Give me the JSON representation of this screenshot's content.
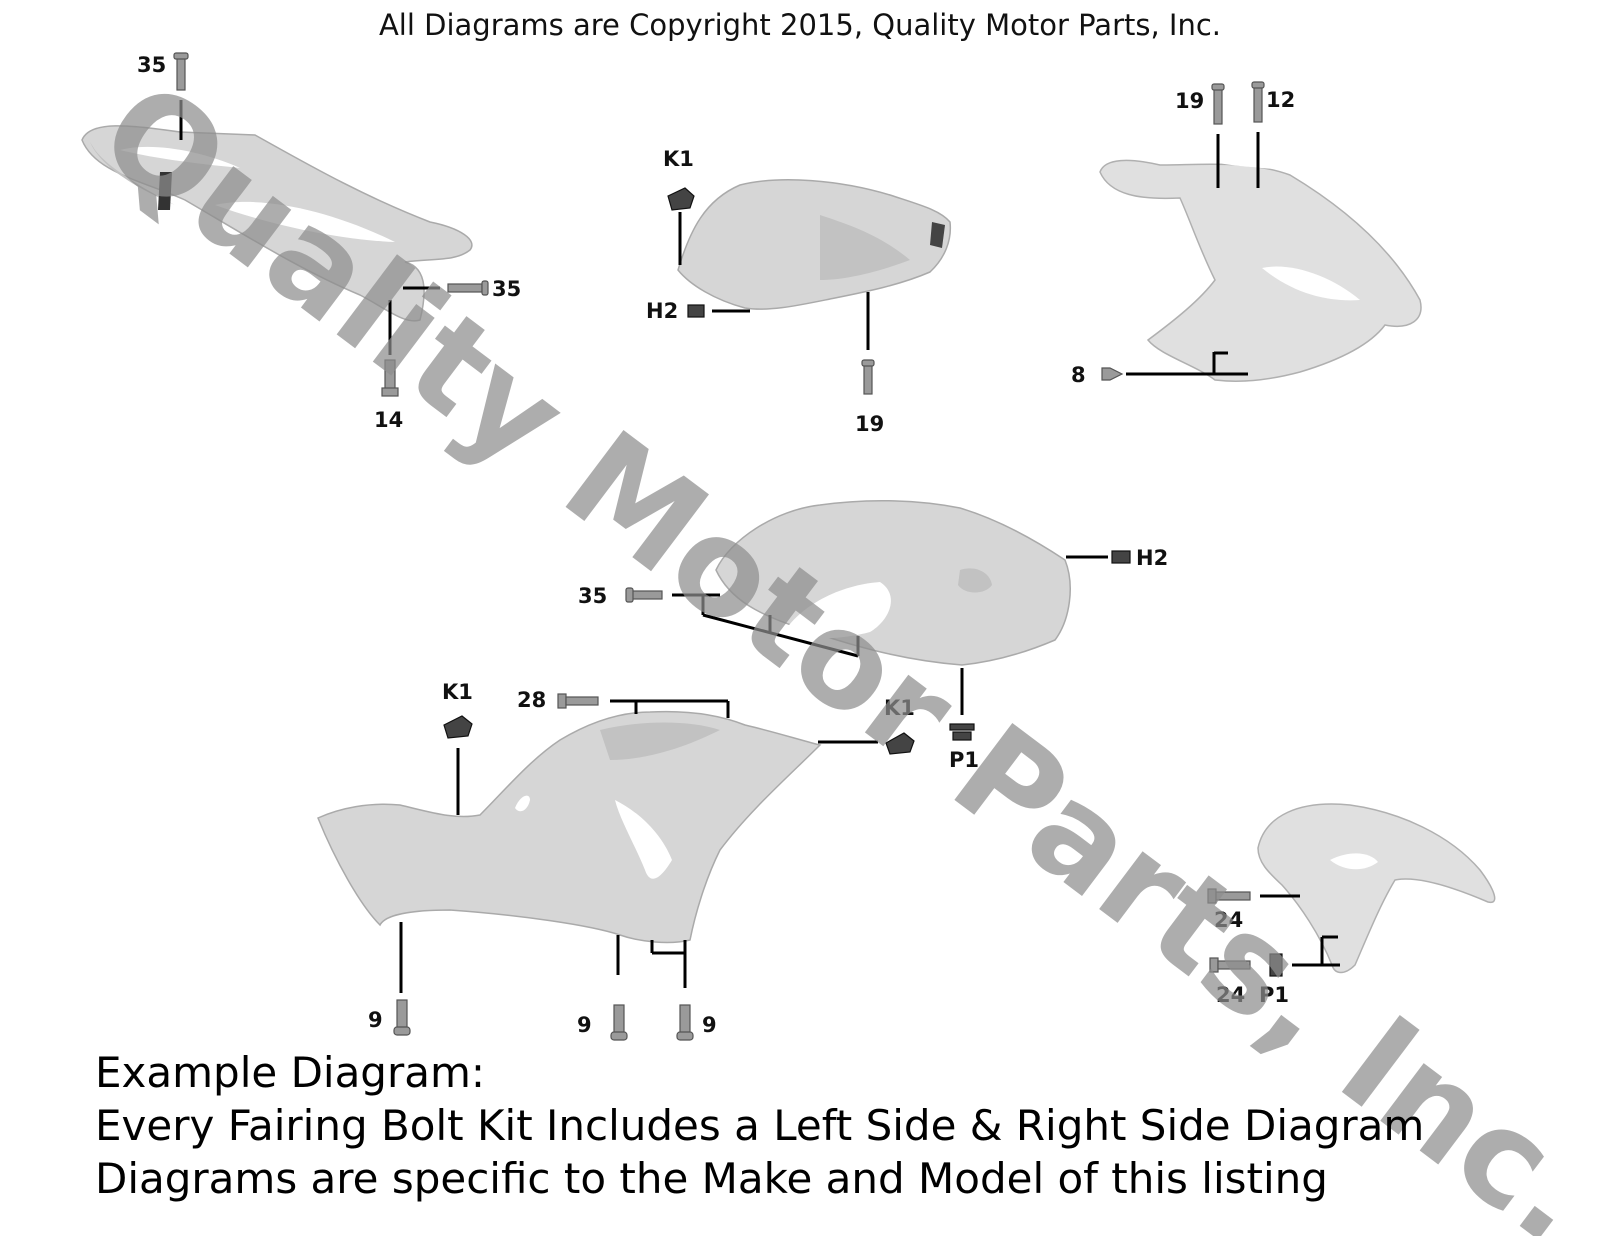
{
  "header": {
    "copyright": "All Diagrams are Copyright 2015, Quality Motor Parts, Inc."
  },
  "watermark": {
    "text": "Quality Motor Parts, Inc.",
    "color": "#8e8e8e"
  },
  "callouts": {
    "tail_top": "35",
    "tail_side": "35",
    "tail_bottom": "14",
    "tank_k1": "K1",
    "tank_h2": "H2",
    "tank_bottom": "19",
    "nose_left": "19",
    "nose_right": "12",
    "nose_bottom": "8",
    "mid_left": "35",
    "mid_right": "H2",
    "mid_bottom": "P1",
    "lower_k1_left": "K1",
    "lower_top": "28",
    "lower_k1_right": "K1",
    "lower_bolt_1": "9",
    "lower_bolt_2": "9",
    "lower_bolt_3": "9",
    "fender_upper": "24",
    "fender_lower": "24",
    "fender_p1": "P1"
  },
  "caption": {
    "line1": "Example Diagram:",
    "line2": "Every Fairing Bolt Kit Includes a Left Side & Right Side Diagram",
    "line3": "Diagrams are specific to the Make and Model of this listing"
  },
  "colors": {
    "panel": "#d6d6d6",
    "line": "#000000",
    "hardware": "#9a9a9a"
  }
}
